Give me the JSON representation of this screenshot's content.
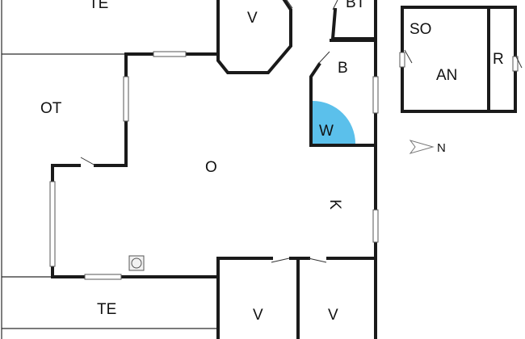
{
  "rooms": {
    "te_top": "TE",
    "v_top": "V",
    "bt": "BT",
    "so": "SO",
    "an": "AN",
    "r": "R",
    "b": "B",
    "ot": "OT",
    "w": "W",
    "north": "N",
    "o": "O",
    "k": "K",
    "te_bottom": "TE",
    "v_bottom_left": "V",
    "v_bottom_right": "V"
  },
  "colors": {
    "wall": "#1a1a1a",
    "wc_fixture": "#5bc0eb"
  },
  "icons": {
    "stove": "stove-icon",
    "compass": "north-arrow-icon"
  }
}
